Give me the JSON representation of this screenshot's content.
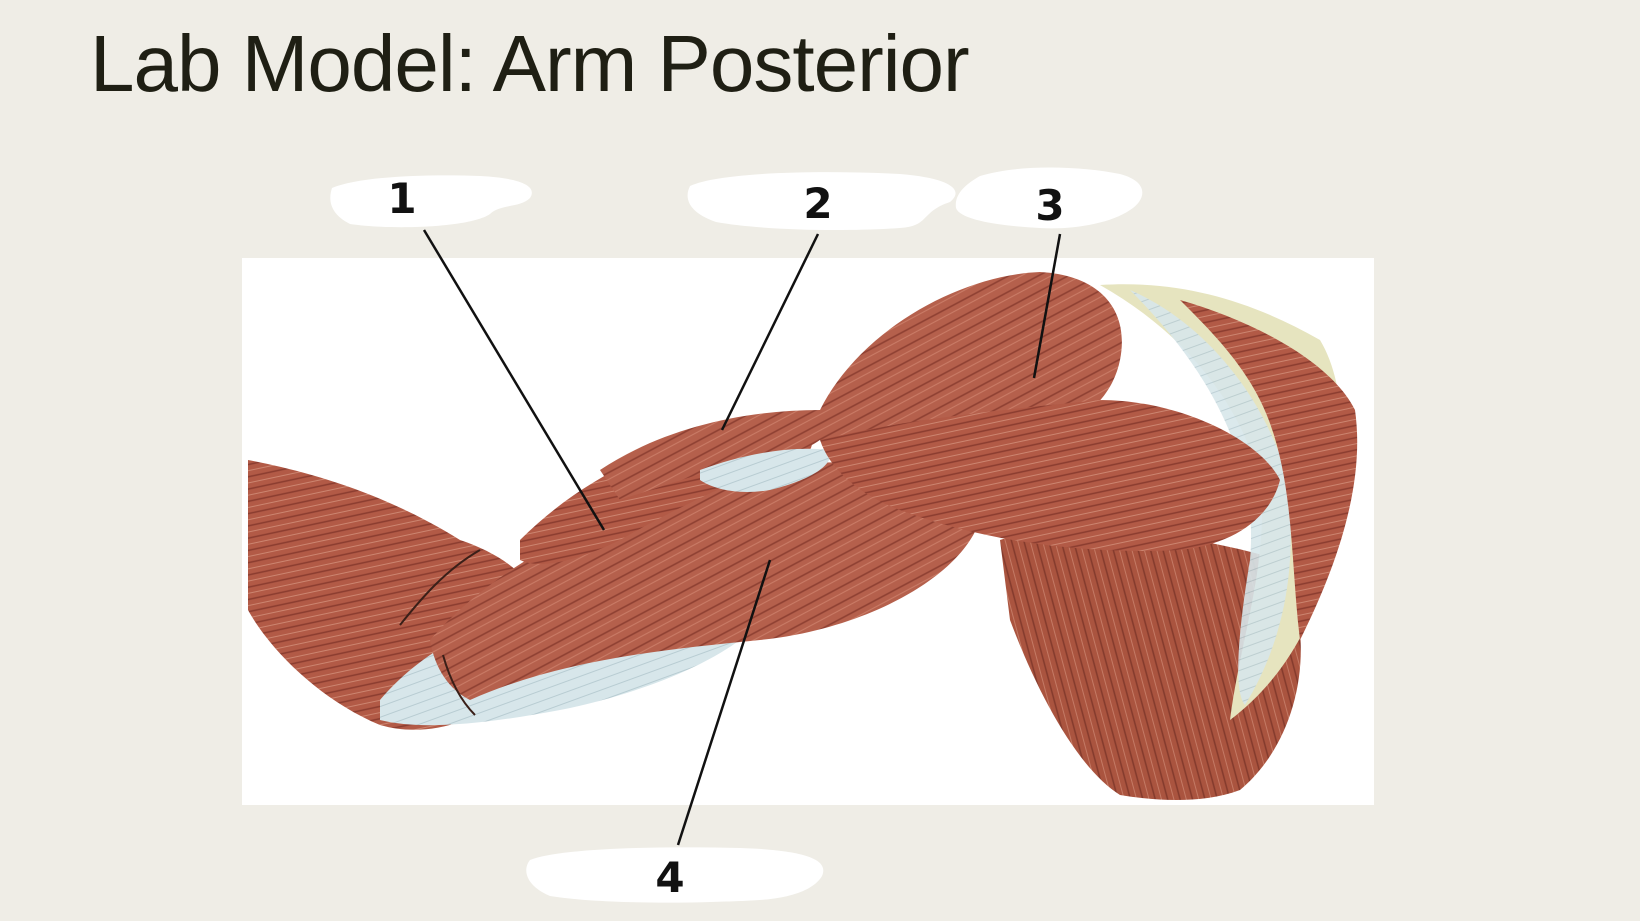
{
  "slide": {
    "title": "Lab Model: Arm Posterior"
  },
  "labels": [
    {
      "id": "1",
      "text": "1"
    },
    {
      "id": "2",
      "text": "2"
    },
    {
      "id": "3",
      "text": "3"
    },
    {
      "id": "4",
      "text": "4"
    }
  ],
  "colors": {
    "background": "#efede6",
    "muscle": "#b5604c",
    "muscle_dark": "#8e4032",
    "tendon": "#d7e6ea",
    "leader_line": "#111111",
    "label_patch": "#ffffff"
  }
}
